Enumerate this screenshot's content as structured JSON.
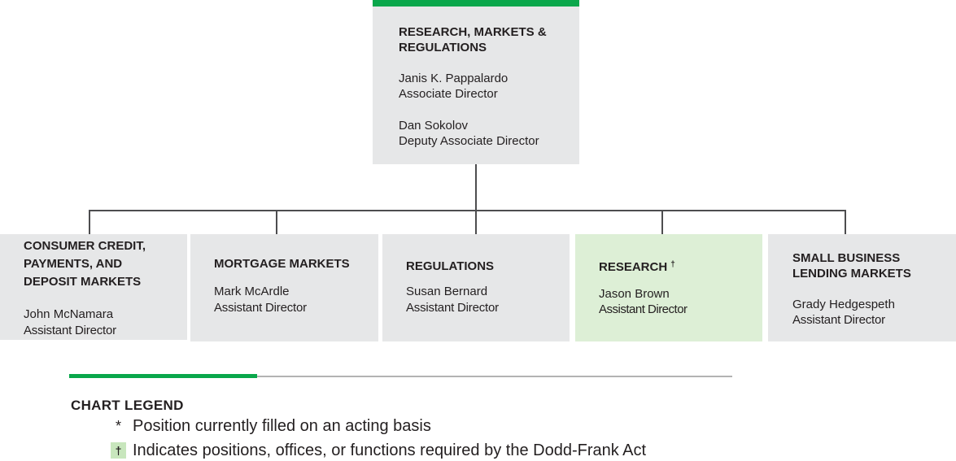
{
  "head": {
    "title_line1": "RESEARCH, MARKETS  &",
    "title_line2": "REGULATIONS",
    "people": [
      {
        "name": "Janis K. Pappalardo",
        "role": "Associate Director"
      },
      {
        "name": "Dan Sokolov",
        "role": "Deputy Associate Director"
      }
    ]
  },
  "units": [
    {
      "title_lines": [
        "CONSUMER CREDIT,",
        "PAYMENTS, AND",
        "DEPOSIT MARKETS"
      ],
      "name": "John McNamara",
      "role": "Assistant Director"
    },
    {
      "title_lines": [
        "MORTGAGE MARKETS"
      ],
      "name": "Mark McArdle",
      "role": "Assistant Director"
    },
    {
      "title_lines": [
        "REGULATIONS"
      ],
      "name": "Susan Bernard",
      "role": "Assistant Director"
    },
    {
      "title_lines": [
        "RESEARCH"
      ],
      "marker": "†",
      "name": "Jason Brown",
      "role": "Assistant Director",
      "highlight": true
    },
    {
      "title_lines": [
        "SMALL BUSINESS",
        "LENDING  MARKETS"
      ],
      "name": "Grady Hedgespeth",
      "role": "Assistant Director"
    }
  ],
  "legend": {
    "title": "CHART LEGEND",
    "items": [
      {
        "symbol": "*",
        "text": "Position currently filled on an acting basis"
      },
      {
        "symbol": "†",
        "text": "Indicates positions, offices, or functions required by the Dodd-Frank Act"
      }
    ]
  },
  "colors": {
    "accent": "#0aa74b",
    "box": "#e6e7e8",
    "highlight_box": "#ddefd6",
    "connector": "#4d4d4f"
  }
}
